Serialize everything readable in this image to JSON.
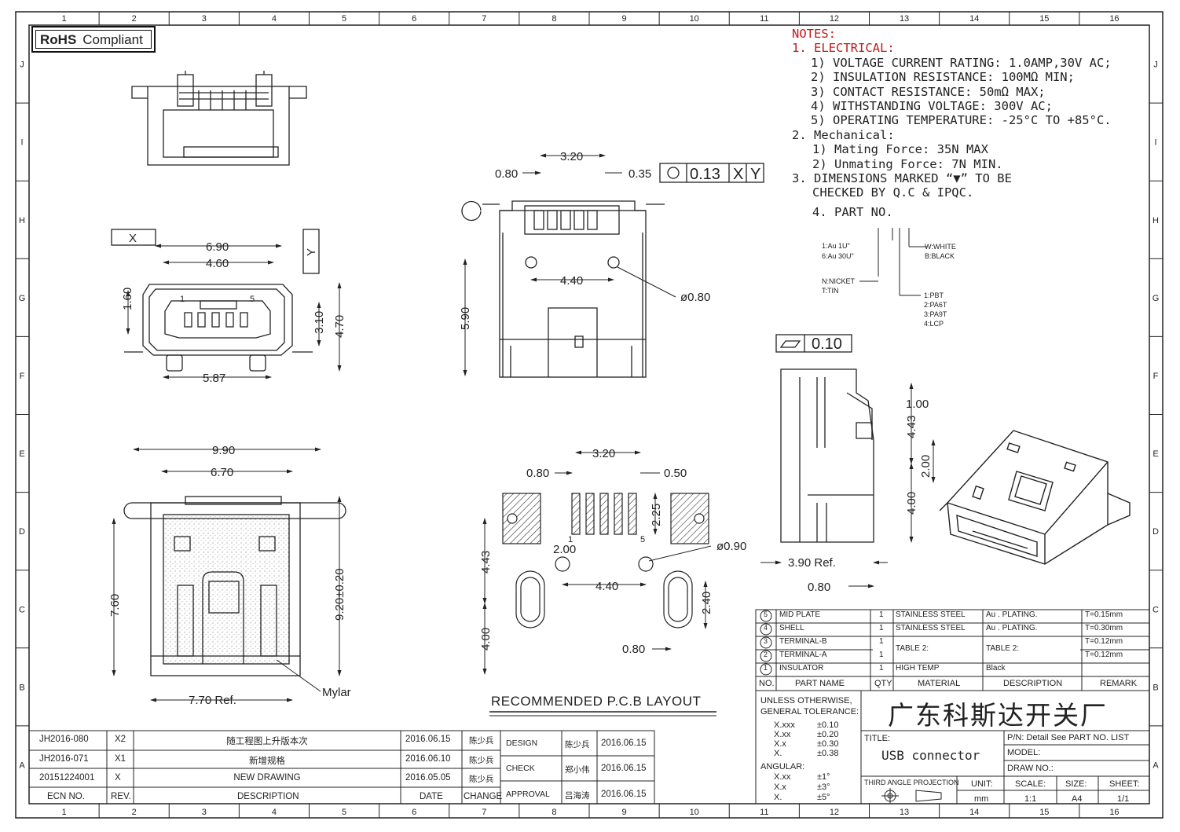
{
  "rohs": {
    "strong": "RoHS",
    "label": "Compliant"
  },
  "frame": {
    "cols": [
      "1",
      "2",
      "3",
      "4",
      "5",
      "6",
      "7",
      "8",
      "9",
      "10",
      "11",
      "12",
      "13",
      "14",
      "15",
      "16"
    ],
    "rows": [
      "J",
      "I",
      "H",
      "G",
      "F",
      "E",
      "D",
      "C",
      "B",
      "A"
    ]
  },
  "notes": {
    "title": "NOTES:",
    "electrical_head": "1. ELECTRICAL:",
    "e1": "1) VOLTAGE CURRENT RATING: 1.0AMP,30V AC;",
    "e2": "2) INSULATION RESISTANCE: 100MΩ MIN;",
    "e3": "3) CONTACT RESISTANCE: 50mΩ MAX;",
    "e4": "4) WITHSTANDING VOLTAGE: 300V AC;",
    "e5": "5) OPERATING TEMPERATURE: -25°C TO +85°C.",
    "mech_head": "2. Mechanical:",
    "m1": "1) Mating Force: 35N MAX",
    "m2": "2) Unmating Force: 7N MIN.",
    "n3a": "3. DIMENSIONS MARKED “▼” TO BE",
    "n3b": "CHECKED BY Q.C & IPQC.",
    "n4": "4. PART NO."
  },
  "partno": {
    "plating1": "1:Au 1U\"",
    "plating2": "6:Au 30U\"",
    "base1": "N:NICKET",
    "base2": "T:TIN",
    "color1": "W:WHITE",
    "color2": "B:BLACK",
    "mat1": "1:PBT",
    "mat2": "2:PA6T",
    "mat3": "3:PA9T",
    "mat4": "4:LCP"
  },
  "dims": {
    "d690": "6.90",
    "d460": "4.60",
    "d160": "1.60",
    "d310": "3.10",
    "d470": "4.70",
    "d587": "5.87",
    "datumX": "X",
    "datumY": "Y",
    "d320": "3.20",
    "d080": "0.80",
    "d035": "0.35",
    "tolPos": "0.13",
    "tolX": "X",
    "tolY": "Y",
    "d440": "4.40",
    "d590": "5.90",
    "dia080": "ø0.80",
    "flat": "0.10",
    "d100": "1.00",
    "d443": "4.43",
    "d200": "2.00",
    "d400": "4.00",
    "d390": "3.90 Ref.",
    "d080s": "0.80",
    "d990": "9.90",
    "d670": "6.70",
    "d760": "7.60",
    "d920": "9.20±0.20",
    "d770": "7.70 Ref.",
    "mylar": "Mylar",
    "p320": "3.20",
    "p080": "0.80",
    "p050": "0.50",
    "p225": "2.25",
    "p200": "2.00",
    "p443": "4.43",
    "p090": "ø0.90",
    "p440": "4.40",
    "p240": "2.40",
    "p400": "4.00",
    "p080b": "0.80",
    "pin1": "1",
    "pin5": "5",
    "pcb_title": "RECOMMENDED P.C.B LAYOUT"
  },
  "bom": {
    "rows": [
      {
        "no": "5",
        "name": "MID PLATE",
        "qty": "1",
        "mat": "STAINLESS STEEL",
        "desc": "Au . PLATING.",
        "remark": "T=0.15mm"
      },
      {
        "no": "4",
        "name": "SHELL",
        "qty": "1",
        "mat": "STAINLESS STEEL",
        "desc": "Au . PLATING.",
        "remark": "T=0.30mm"
      },
      {
        "no": "3",
        "name": "TERMINAL-B",
        "qty": "1",
        "mat": "TABLE 2:",
        "desc": "TABLE 2:",
        "remark": "T=0.12mm"
      },
      {
        "no": "2",
        "name": "TERMINAL-A",
        "qty": "1",
        "mat": "",
        "desc": "",
        "remark": "T=0.12mm"
      },
      {
        "no": "1",
        "name": "INSULATOR",
        "qty": "1",
        "mat": "HIGH TEMP",
        "desc": "Black",
        "remark": ""
      }
    ],
    "head": {
      "no": "NO.",
      "name": "PART NAME",
      "qty": "QTY",
      "mat": "MATERIAL",
      "desc": "DESCRIPTION",
      "remark": "REMARK"
    }
  },
  "tolerance": {
    "head1": "UNLESS OTHERWISE,",
    "head2": "GENERAL TOLERANCE:",
    "r1a": "X.xxx",
    "r1b": "±0.10",
    "r2a": "X.xx",
    "r2b": "±0.20",
    "r3a": "X.x",
    "r3b": "±0.30",
    "r4a": "X.",
    "r4b": "±0.38",
    "ang": "ANGULAR:",
    "a1a": "X.xx",
    "a1b": "±1°",
    "a2a": "X.x",
    "a2b": "±3°",
    "a3a": "X.",
    "a3b": "±5°"
  },
  "company": "广东科斯达开关厂",
  "title_block": {
    "title_label": "TITLE:",
    "title": "USB connector",
    "pn": "P/N: Detail See PART NO. LIST",
    "model": "MODEL:",
    "drawno": "DRAW NO.:",
    "proj": "THIRD ANGLE PROJECTION",
    "unit_l": "UNIT:",
    "unit": "mm",
    "scale_l": "SCALE:",
    "scale": "1:1",
    "size_l": "SIZE:",
    "size": "A4",
    "sheet_l": "SHEET:",
    "sheet": "1/1"
  },
  "revisions": [
    {
      "ecn": "JH2016-080",
      "rev": "X2",
      "desc": "随工程图上升版本次",
      "date": "2016.06.15",
      "by": "陈少兵"
    },
    {
      "ecn": "JH2016-071",
      "rev": "X1",
      "desc": "新增规格",
      "date": "2016.06.10",
      "by": "陈少兵"
    },
    {
      "ecn": "20151224001",
      "rev": "X",
      "desc": "NEW DRAWING",
      "date": "2016.05.05",
      "by": "陈少兵"
    }
  ],
  "rev_head": {
    "ecn": "ECN NO.",
    "rev": "REV.",
    "desc": "DESCRIPTION",
    "date": "DATE",
    "change": "CHANGE"
  },
  "approvals": [
    {
      "role": "DESIGN",
      "name": "陈少兵",
      "date": "2016.06.15"
    },
    {
      "role": "CHECK",
      "name": "郑小伟",
      "date": "2016.06.15"
    },
    {
      "role": "APPROVAL",
      "name": "吕海涛",
      "date": "2016.06.15"
    }
  ]
}
